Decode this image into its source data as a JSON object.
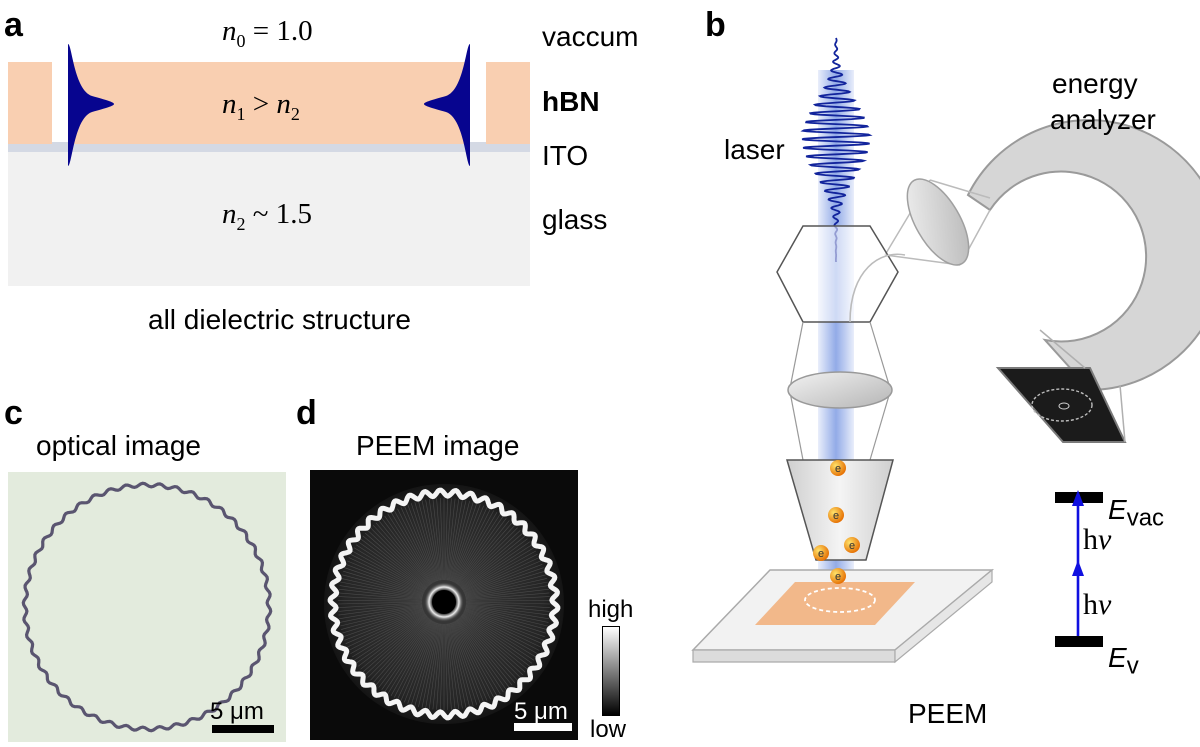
{
  "panel_a": {
    "label": "a",
    "n0_sym": "n",
    "n0_sub": "0",
    "n0_rel": "=",
    "n0_val": "1.0",
    "n1_sym": "n",
    "n1_sub": "1",
    "n1_rel": ">",
    "n1_rhs_sym": "n",
    "n1_rhs_sub": "2",
    "n2_sym": "n",
    "n2_sub": "2",
    "n2_rel": "~",
    "n2_val": "1.5",
    "layer_vacuum": "vaccum",
    "layer_hbn": "hBN",
    "layer_ito": "ITO",
    "layer_glass": "glass",
    "caption": "all dielectric structure",
    "colors": {
      "hbn": "#f9cfb1",
      "ito": "#d4d9e4",
      "glass": "#f1f1f1",
      "mode": "#07058f"
    }
  },
  "panel_b": {
    "label": "b",
    "laser_label": "laser",
    "analyzer_line1": "energy",
    "analyzer_line2": "analyzer",
    "peem_label": "PEEM",
    "electron_label": "e",
    "level_vac_sym": "E",
    "level_vac_sub": "vac",
    "level_v_sym": "E",
    "level_v_sub": "v",
    "photon_h": "h",
    "photon_nu": "ν",
    "colors": {
      "beam": "#6e8fe0",
      "arrow": "#1010e0",
      "sample": "#f2b88a"
    }
  },
  "panel_c": {
    "label": "c",
    "title": "optical image",
    "scalebar": "5 μm"
  },
  "panel_d": {
    "label": "d",
    "title": "PEEM image",
    "scalebar": "5 μm",
    "colorbar_high": "high",
    "colorbar_low": "low"
  }
}
